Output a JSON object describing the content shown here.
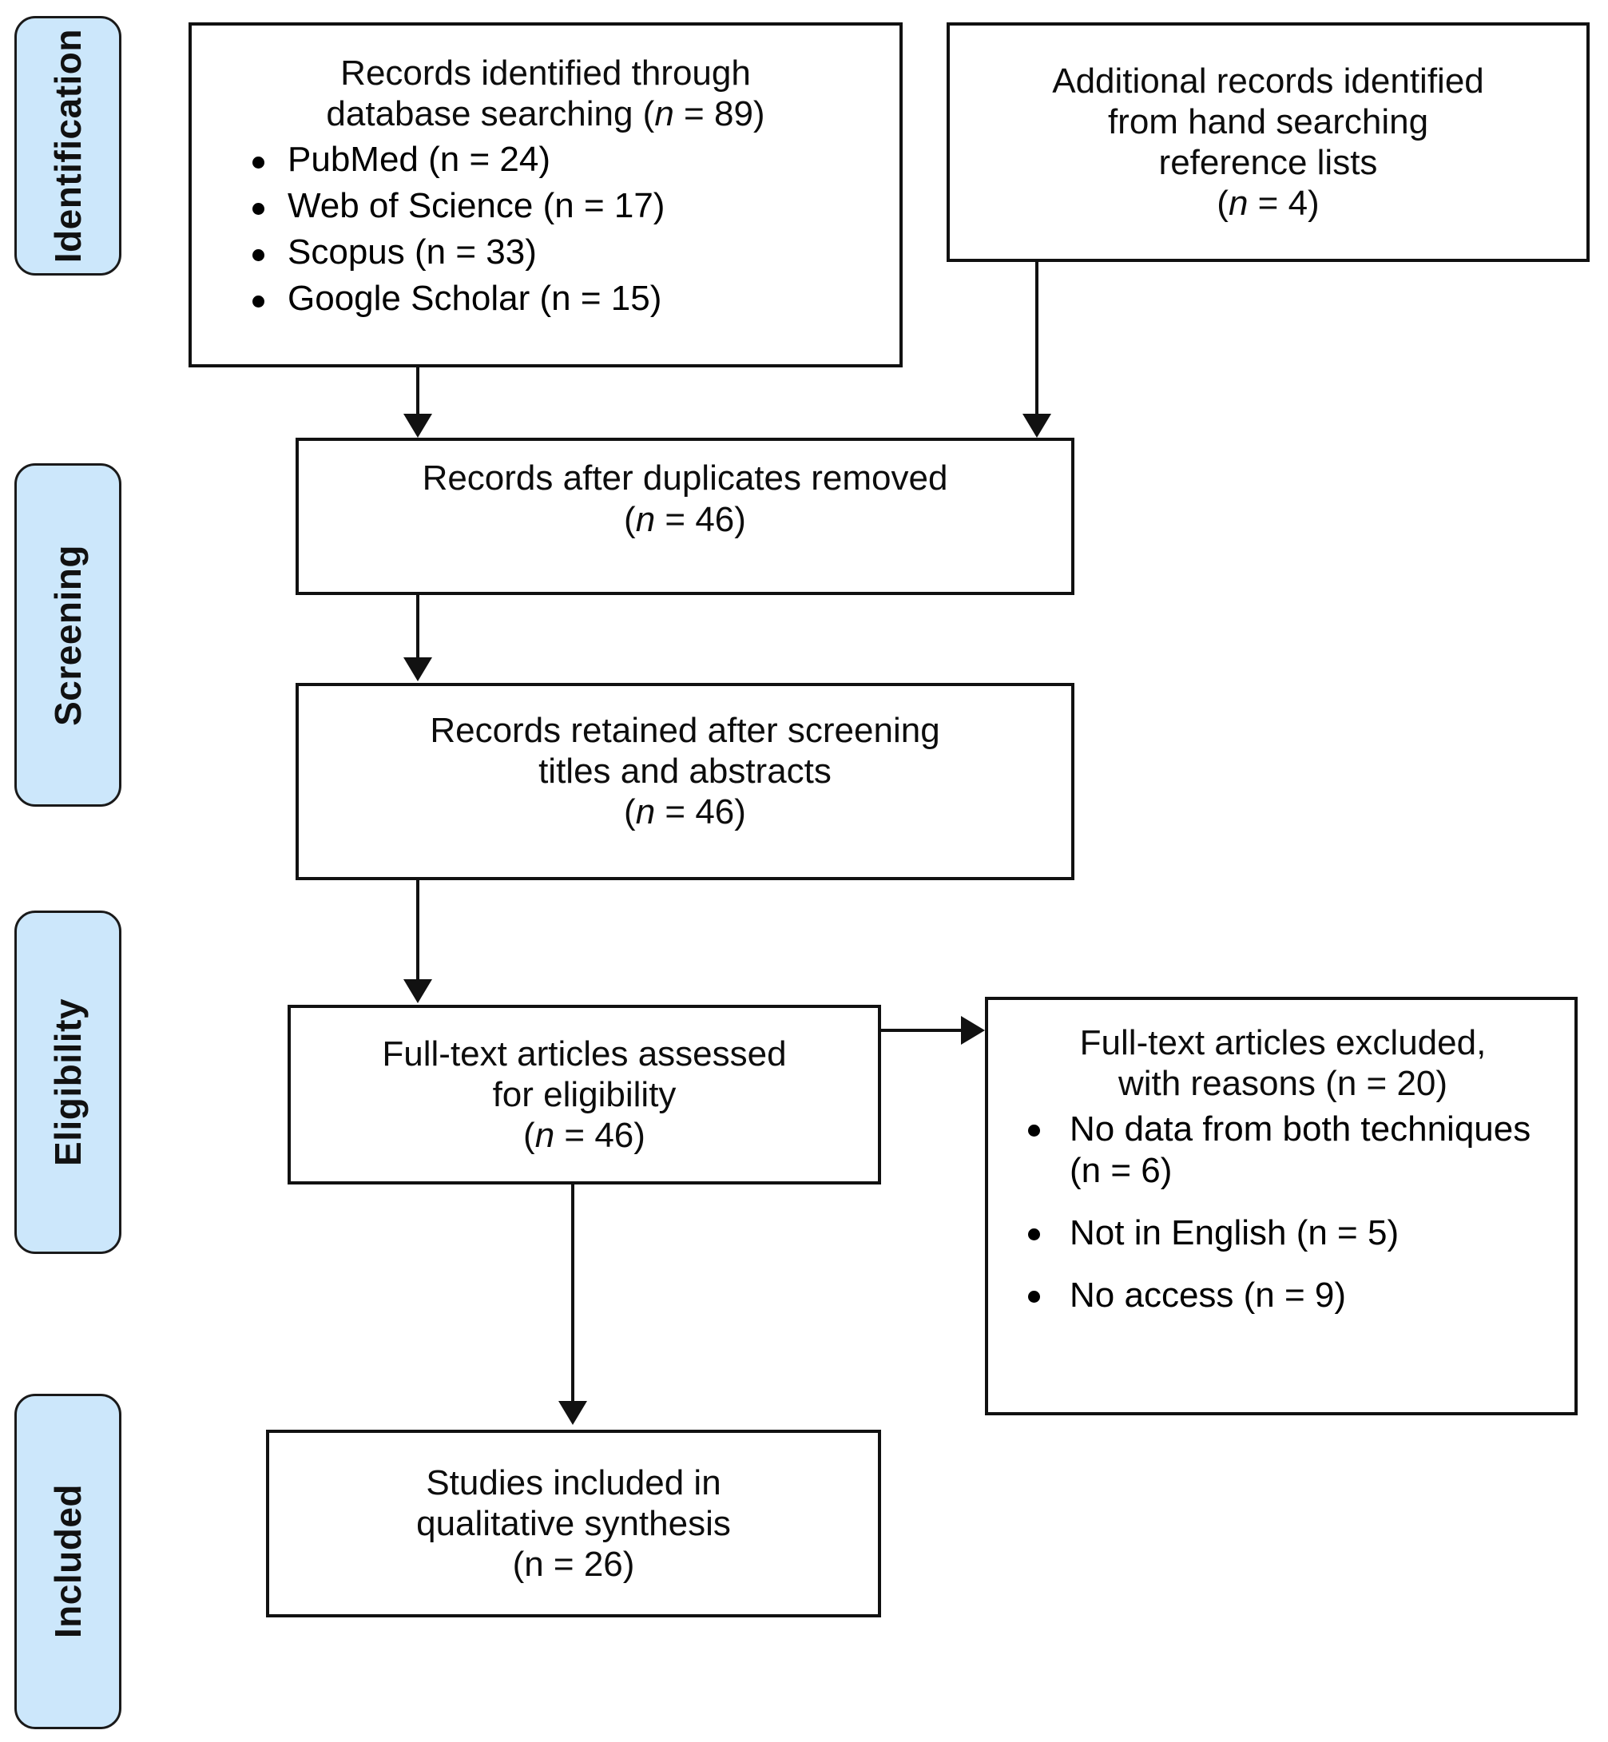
{
  "diagram": {
    "type": "PRISMA flow diagram",
    "stages": [
      {
        "id": "identification",
        "label": "Identification"
      },
      {
        "id": "screening",
        "label": "Screening"
      },
      {
        "id": "eligibility",
        "label": "Eligibility"
      },
      {
        "id": "included",
        "label": "Included"
      }
    ],
    "boxes": {
      "database_search": {
        "line1": "Records identified through",
        "line2_pre": "database searching (",
        "line2_n": "n",
        "line2_post": " = 89)",
        "items": [
          {
            "name": "PubMed (",
            "n": "n",
            "value": " = 24)"
          },
          {
            "name": "Web of Science (",
            "n": "n",
            "value": " = 17)"
          },
          {
            "name": "Scopus (",
            "n": "n",
            "value": " = 33)"
          },
          {
            "name": "Google Scholar (",
            "n": "n",
            "value": " = 15)"
          }
        ]
      },
      "hand_search": {
        "line1": "Additional records identified",
        "line2": "from hand searching",
        "line3": "reference lists",
        "line4_pre": "(",
        "line4_n": "n",
        "line4_post": " = 4)"
      },
      "duplicates_removed": {
        "line1": "Records after duplicates removed",
        "line2_pre": "(",
        "line2_n": "n",
        "line2_post": " = 46)"
      },
      "screened": {
        "line1": "Records retained after screening",
        "line2": "titles and abstracts",
        "line3_pre": "(",
        "line3_n": "n",
        "line3_post": " = 46)"
      },
      "fulltext_assessed": {
        "line1": "Full-text articles assessed",
        "line2": "for eligibility",
        "line3_pre": "(",
        "line3_n": "n",
        "line3_post": " = 46)"
      },
      "fulltext_excluded": {
        "line1": "Full-text articles excluded,",
        "line2": "with reasons (n = 20)",
        "items": [
          "No data from both techniques (n = 6)",
          "Not in English (n = 5)",
          "No access (n = 9)"
        ]
      },
      "included_studies": {
        "line1": "Studies included in",
        "line2": "qualitative synthesis",
        "line3": "(n = 26)"
      }
    },
    "colors": {
      "stage_fill": "#cce7fb",
      "stroke": "#111111",
      "background": "#ffffff"
    }
  }
}
